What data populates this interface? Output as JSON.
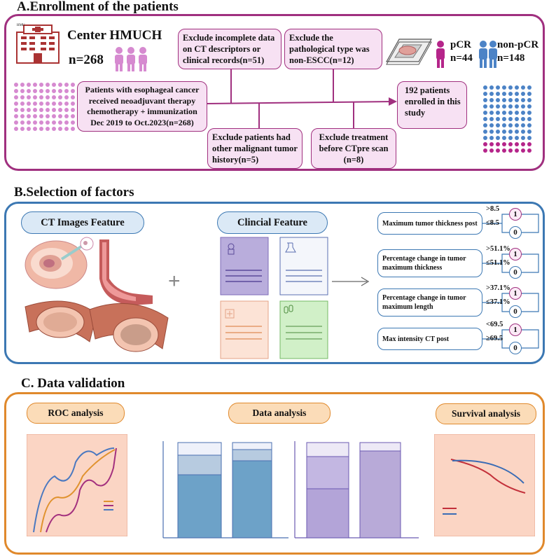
{
  "sectionA": {
    "title": "A.Enrollment of the patients",
    "center": {
      "name": "Center HMUCH",
      "n": "n=268",
      "logo_text": "HMU"
    },
    "start_box": "Patients with esophageal cancer received neoadjuvant therapy chemotherapy + immunization Dec 2019 to Oct.2023(n=268)",
    "exclusions": [
      "Exclude incomplete data on CT descriptors or clinical records(n=51)",
      "Exclude the pathological type was non-ESCC(n=12)",
      "Exclude patients had other malignant tumor history(n=5)",
      "Exclude treatment before CTpre scan (n=8)"
    ],
    "result_box": "192 patients enrolled in this study",
    "pcr": {
      "label": "pCR",
      "n": "n=44"
    },
    "nonpcr": {
      "label": "non-pCR",
      "n": "n=148"
    }
  },
  "sectionB": {
    "title": "B.Selection of factors",
    "ct_label": "CT Images Feature",
    "clinical_label": "Clincial  Feature",
    "plus": "+",
    "factors": [
      {
        "name": "Maximum tumor thickness post",
        "high": ">8.5",
        "low": "≤8.5"
      },
      {
        "name": "Percentage change in tumor maximum thickness",
        "high": ">51.1%",
        "low": "≤51.1%"
      },
      {
        "name": "Percentage change in tumor maximum length",
        "high": ">37.1%",
        "low": "≤37.1%"
      },
      {
        "name": "Max intensity CT post",
        "high": "<69.5",
        "low": "≥69.5"
      }
    ],
    "code_one": "1",
    "code_zero": "0"
  },
  "sectionC": {
    "title": "C. Data validation",
    "roc_label": "ROC analysis",
    "data_label": "Data analysis",
    "survival_label": "Survival analysis"
  },
  "colors": {
    "magenta": "#a0307f",
    "pink": "#f7e1f3",
    "blue": "#3c78b3",
    "orange": "#e0892c"
  }
}
